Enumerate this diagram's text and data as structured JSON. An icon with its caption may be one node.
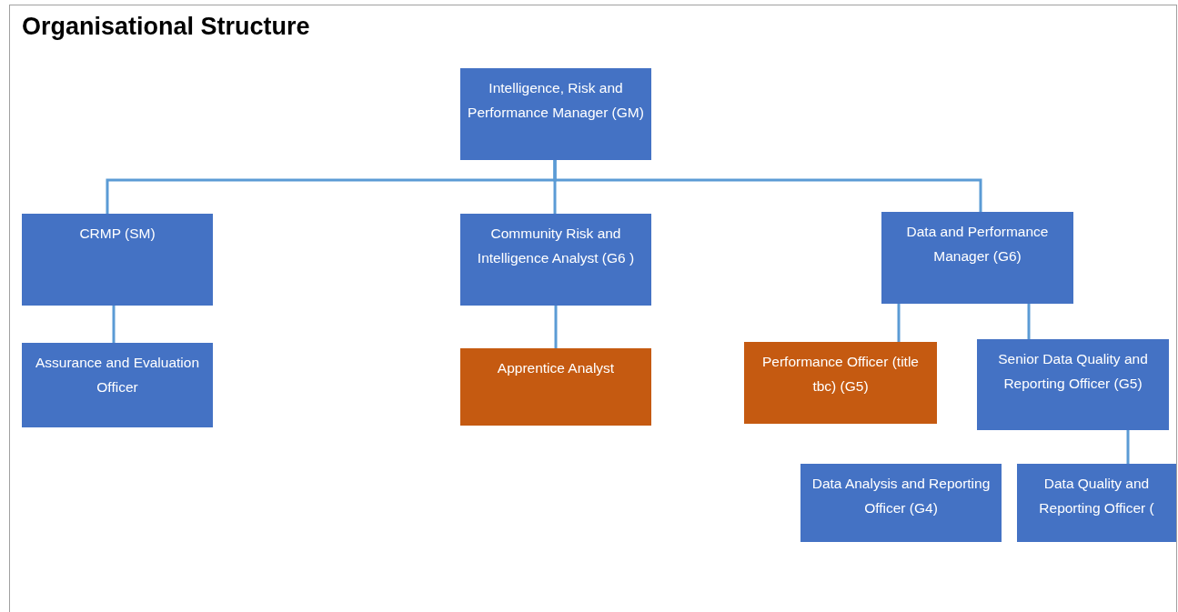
{
  "diagram": {
    "title": "Organisational Structure",
    "nodes": [
      {
        "text": [
          "Intelligence, Risk and Performance Manager (GM)"
        ]
      },
      {
        "text": [
          "CRMP  (SM)"
        ]
      },
      {
        "text": [
          "Community Risk and Intelligence Analyst (G6 )"
        ]
      },
      {
        "text": [
          "Data and Performance Manager (G6)"
        ]
      },
      {
        "text": [
          "Assurance and Evaluation Officer"
        ]
      },
      {
        "text": [
          "Apprentice Analyst"
        ]
      },
      {
        "text": [
          "Performance Officer (title tbc) (G5)"
        ]
      },
      {
        "text": [
          "Senior Data Quality and Reporting Officer (G5)"
        ]
      },
      {
        "text": [
          "Data Analysis and Reporting Officer (G4)"
        ]
      },
      {
        "text": [
          "Data Quality and Reporting Officer ("
        ]
      }
    ],
    "edges": [
      {
        "from": 0,
        "to": 1,
        "arrow": "none"
      },
      {
        "from": 0,
        "to": 2,
        "arrow": "none"
      },
      {
        "from": 0,
        "to": 3,
        "arrow": "none"
      },
      {
        "from": 1,
        "to": 4,
        "arrow": "none"
      },
      {
        "from": 2,
        "to": 5,
        "arrow": "none"
      },
      {
        "from": 3,
        "to": 6,
        "arrow": "none"
      },
      {
        "from": 3,
        "to": 7,
        "arrow": "none"
      },
      {
        "from": 7,
        "to": 9,
        "arrow": "none"
      }
    ]
  }
}
